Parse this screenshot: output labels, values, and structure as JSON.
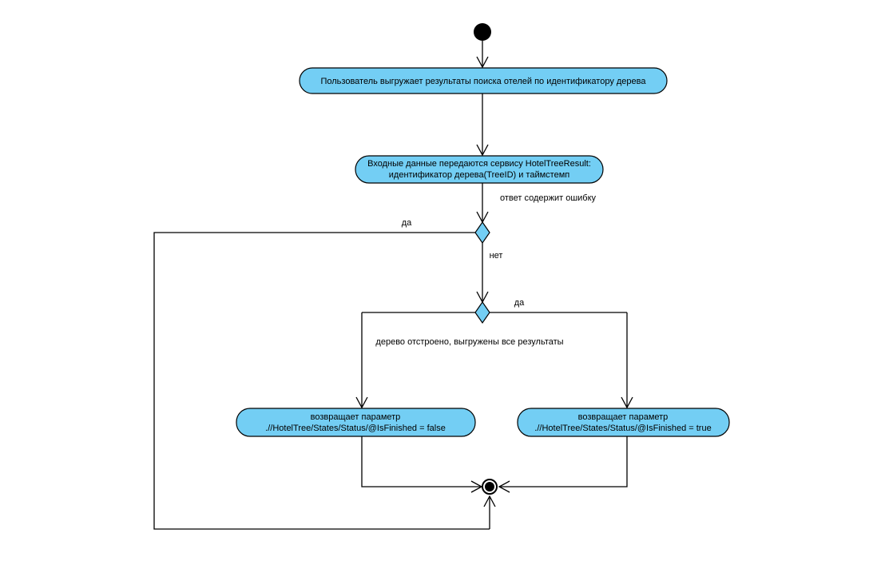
{
  "diagram": {
    "type": "uml-activity-diagram",
    "background_color": "#ffffff",
    "node_fill_color": "#73cef4",
    "node_stroke_color": "#000000",
    "nodes": {
      "start": {
        "kind": "initial-node"
      },
      "action_user_export": {
        "kind": "action",
        "label": "Пользователь выгружает результаты поиска отелей по идентификатору дерева"
      },
      "action_service_input": {
        "kind": "action",
        "line1": "Входные данные передаются сервису HotelTreeResult:",
        "line2": "идентификатор дерева(TreeID) и таймстемп"
      },
      "decision_error": {
        "kind": "decision"
      },
      "decision_finished": {
        "kind": "decision"
      },
      "action_return_false": {
        "kind": "action",
        "line1": "возвращает параметр",
        "line2": ".//HotelTree/States/Status/@IsFinished = false"
      },
      "action_return_true": {
        "kind": "action",
        "line1": "возвращает параметр",
        "line2": ".//HotelTree/States/Status/@IsFinished = true"
      },
      "end": {
        "kind": "final-node"
      }
    },
    "edge_labels": {
      "error_guard": "ответ содержит ошибку",
      "error_yes": "да",
      "error_no": "нет",
      "finished_yes": "да",
      "finished_guard": "дерево отстроено, выгружены все результаты"
    }
  }
}
